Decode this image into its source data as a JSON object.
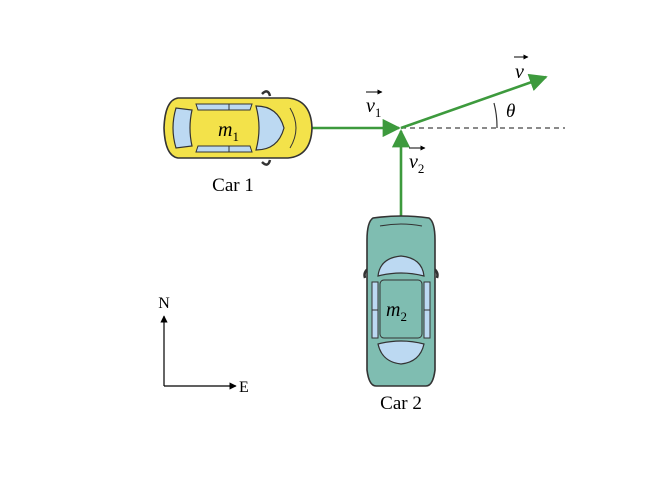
{
  "cars": {
    "car1": {
      "mass_symbol": "m",
      "mass_subscript": "1",
      "label": "Car 1",
      "body_color": "#f3e24a",
      "window_color": "#bcd9f2"
    },
    "car2": {
      "mass_symbol": "m",
      "mass_subscript": "2",
      "label": "Car 2",
      "body_color": "#7fbdb1",
      "window_color": "#bcd9f2"
    }
  },
  "vectors": {
    "v1": {
      "symbol": "v",
      "subscript": "1"
    },
    "v2": {
      "symbol": "v",
      "subscript": "2"
    },
    "v": {
      "symbol": "v"
    },
    "color": "#3d9a3d"
  },
  "angle": {
    "symbol": "θ"
  },
  "compass": {
    "north": "N",
    "east": "E"
  }
}
